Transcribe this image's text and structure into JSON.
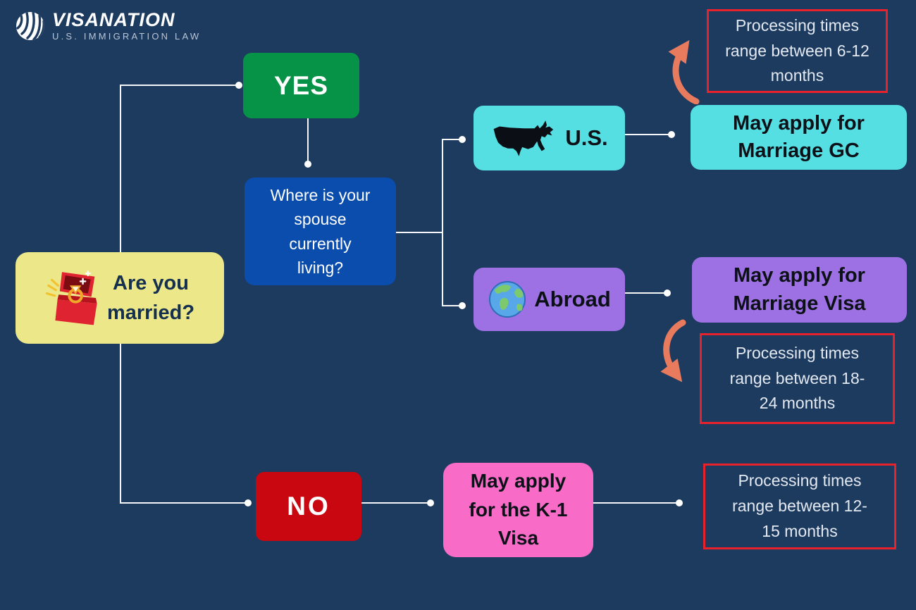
{
  "logo": {
    "brand": "VISANATION",
    "tagline": "U.S. IMMIGRATION LAW",
    "icon": "globe-stripes-icon"
  },
  "nodes": {
    "question": {
      "label": "Are you\nmarried?",
      "bg": "#ece88a",
      "fg": "#14304e",
      "icon": "ring-box-icon"
    },
    "yes": {
      "label": "YES",
      "bg": "#079347",
      "fg": "#ffffff"
    },
    "no": {
      "label": "NO",
      "bg": "#c90710",
      "fg": "#ffffff"
    },
    "spouse": {
      "label": "Where is your\nspouse\ncurrently\nliving?",
      "bg": "#0b4dac",
      "fg": "#ffffff"
    },
    "us": {
      "label": "U.S.",
      "bg": "#56dfe3",
      "fg": "#0c1118",
      "icon": "us-map-icon"
    },
    "abroad": {
      "label": "Abroad",
      "bg": "#9d71e3",
      "fg": "#0c1118",
      "icon": "earth-globe-icon"
    },
    "gc": {
      "label": "May apply for\nMarriage GC",
      "bg": "#56dfe3",
      "fg": "#0c1118"
    },
    "visa": {
      "label": "May apply for\nMarriage Visa",
      "bg": "#9d71e3",
      "fg": "#0c1118"
    },
    "k1": {
      "label": "May apply\nfor the K-1\nVisa",
      "bg": "#f86cc7",
      "fg": "#0c1118"
    },
    "time_gc": {
      "label": "Processing times\nrange between 6-12\nmonths",
      "border": "#e8212b",
      "fg": "#e3e9f1"
    },
    "time_visa": {
      "label": "Processing times\nrange between 18-\n24 months",
      "border": "#e8212b",
      "fg": "#e3e9f1"
    },
    "time_k1": {
      "label": "Processing times\nrange between 12-\n15 months",
      "border": "#e8212b",
      "fg": "#e3e9f1"
    }
  },
  "palette": {
    "background": "#1d3a5f",
    "connector_line": "#ffffff",
    "curved_arrow": "#e87a5d",
    "alert_border": "#e8212b"
  },
  "icons": {
    "arrows": [
      "curved-arrow-up-icon",
      "curved-arrow-down-icon"
    ]
  }
}
